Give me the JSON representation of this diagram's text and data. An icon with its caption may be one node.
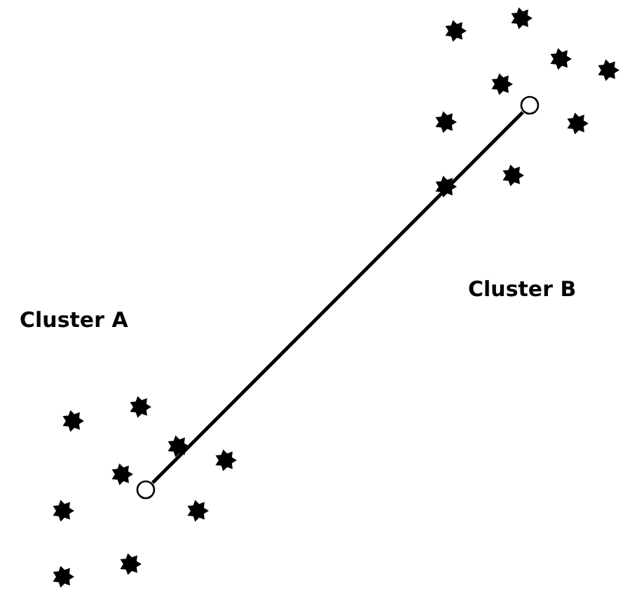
{
  "diagram": {
    "nodes": [
      {
        "text": [],
        "shape": "circle"
      },
      {
        "text": [],
        "shape": "circle"
      }
    ],
    "edges": [
      {
        "from": 0,
        "to": 1,
        "arrow": "none"
      }
    ],
    "labels": [
      "Cluster A",
      "Cluster B"
    ]
  }
}
